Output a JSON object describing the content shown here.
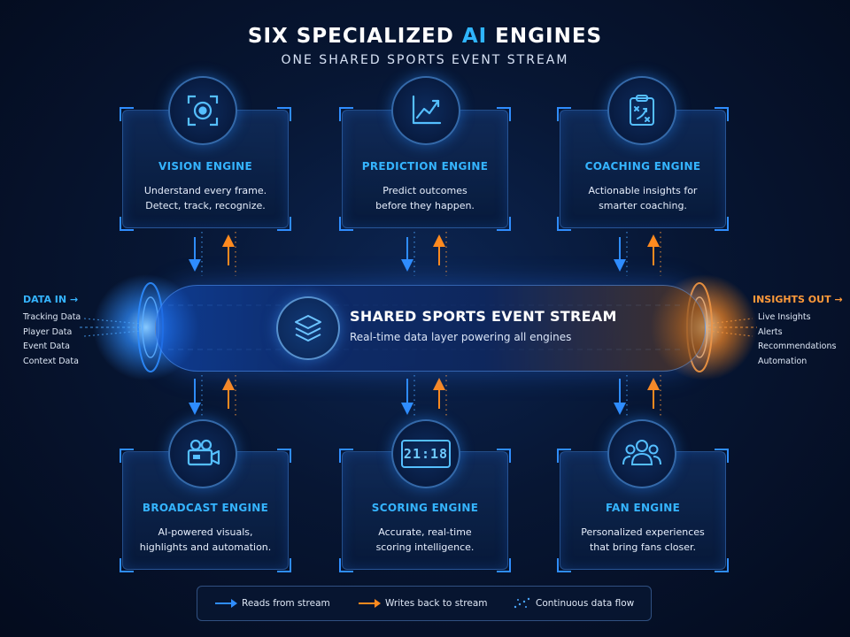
{
  "header": {
    "title_prefix": "SIX SPECIALIZED ",
    "title_accent": "AI",
    "title_suffix": " ENGINES",
    "subtitle": "ONE SHARED SPORTS EVENT STREAM"
  },
  "engines_top": [
    {
      "title": "VISION ENGINE",
      "line1": "Understand every frame.",
      "line2": "Detect, track, recognize.",
      "icon": "camera-focus-icon"
    },
    {
      "title": "PREDICTION ENGINE",
      "line1": "Predict outcomes",
      "line2": "before they happen.",
      "icon": "trend-chart-icon"
    },
    {
      "title": "COACHING ENGINE",
      "line1": "Actionable insights for",
      "line2": "smarter coaching.",
      "icon": "clipboard-play-icon"
    }
  ],
  "engines_bottom": [
    {
      "title": "BROADCAST ENGINE",
      "line1": "AI-powered visuals,",
      "line2": "highlights and automation.",
      "icon": "video-camera-icon"
    },
    {
      "title": "SCORING ENGINE",
      "line1": "Accurate, real-time",
      "line2": "scoring intelligence.",
      "icon": "scoreboard-icon",
      "score": "21:18"
    },
    {
      "title": "FAN ENGINE",
      "line1": "Personalized experiences",
      "line2": "that bring fans closer.",
      "icon": "fans-group-icon"
    }
  ],
  "stream": {
    "title": "SHARED SPORTS EVENT STREAM",
    "subtitle": "Real-time data layer powering all engines",
    "icon": "layers-icon"
  },
  "data_in": {
    "heading": "DATA IN",
    "arrow": "→",
    "items": [
      "Tracking Data",
      "Player Data",
      "Event Data",
      "Context Data"
    ]
  },
  "insights_out": {
    "heading": "INSIGHTS OUT",
    "arrow": "→",
    "items": [
      "Live Insights",
      "Alerts",
      "Recommendations",
      "Automation"
    ]
  },
  "legend": {
    "reads": "Reads from stream",
    "writes": "Writes back to stream",
    "flow": "Continuous data flow"
  },
  "colors": {
    "read_blue": "#2f8dff",
    "write_orange": "#ff8a1f",
    "accent": "#35b4ff"
  }
}
